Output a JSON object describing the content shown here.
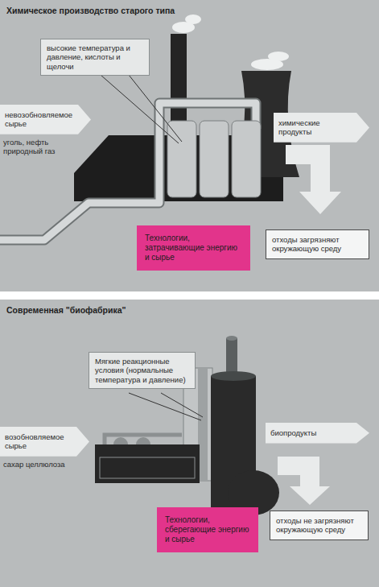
{
  "diagram": {
    "nodes": [
      {
        "text": [
          "Химическое производство старого типа"
        ]
      },
      {
        "text": [
          "высокие температура и давление, кислоты и щелочи"
        ],
        "in": 0
      },
      {
        "text": [
          "невозобновляемое сырье",
          "уголь, нефть природный газ"
        ],
        "in": 0
      },
      {
        "text": [
          "химические продукты"
        ],
        "in": 0
      },
      {
        "text": [
          "Технологии, затрачивающие энергию и сырье"
        ],
        "in": 0
      },
      {
        "text": [
          "отходы загрязняют окружающую среду"
        ],
        "in": 0
      },
      {
        "text": [
          "Современная \"биофабрика\""
        ]
      },
      {
        "text": [
          "Мягкие реакционные условия (нормальные температура и давление)"
        ],
        "in": 6
      },
      {
        "text": [
          "возобновляемое сырье",
          "сахар целлюлоза"
        ],
        "in": 6
      },
      {
        "text": [
          "биопродукты"
        ],
        "in": 6
      },
      {
        "text": [
          "Технологии, сберегающие энергию и сырье"
        ],
        "in": 6
      },
      {
        "text": [
          "отходы не загрязняют окружающую среду"
        ],
        "in": 6
      }
    ]
  }
}
